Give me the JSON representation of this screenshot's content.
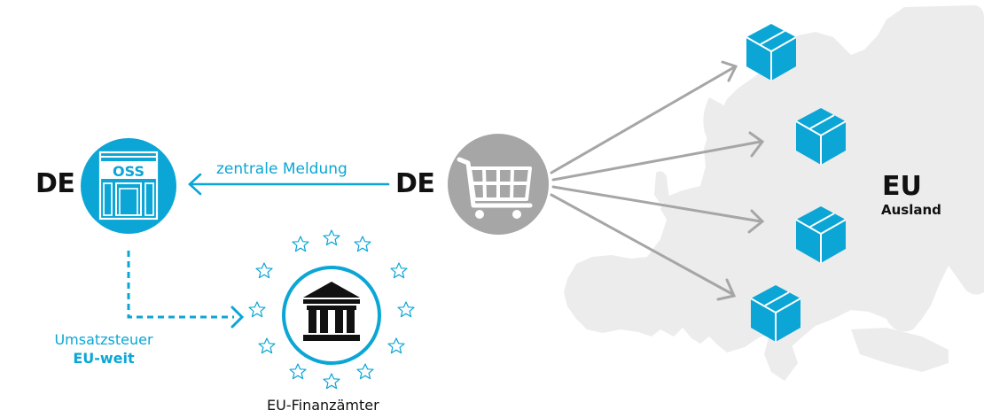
{
  "colors": {
    "accent_blue": "#0ba6d6",
    "cart_gray": "#a6a6a6",
    "arrow_gray": "#a6a6a6",
    "map_gray": "#ececec",
    "text_dark": "#111111"
  },
  "left_node": {
    "country_label": "DE",
    "icon": "oss-office-building-icon",
    "icon_label": "OSS"
  },
  "center_node": {
    "country_label": "DE",
    "icon": "shopping-cart-icon"
  },
  "edges": {
    "report_arrow_label": "zentrale Meldung",
    "tax_label_line1": "Umsatzsteuer",
    "tax_label_line2": "EU-weit"
  },
  "authority_node": {
    "icon": "bank-building-icon",
    "stars_count": 12,
    "caption": "EU-Finanzämter"
  },
  "destination": {
    "region_label": "EU",
    "region_sublabel": "Ausland",
    "package_icon": "package-box-icon",
    "package_count": 4
  }
}
